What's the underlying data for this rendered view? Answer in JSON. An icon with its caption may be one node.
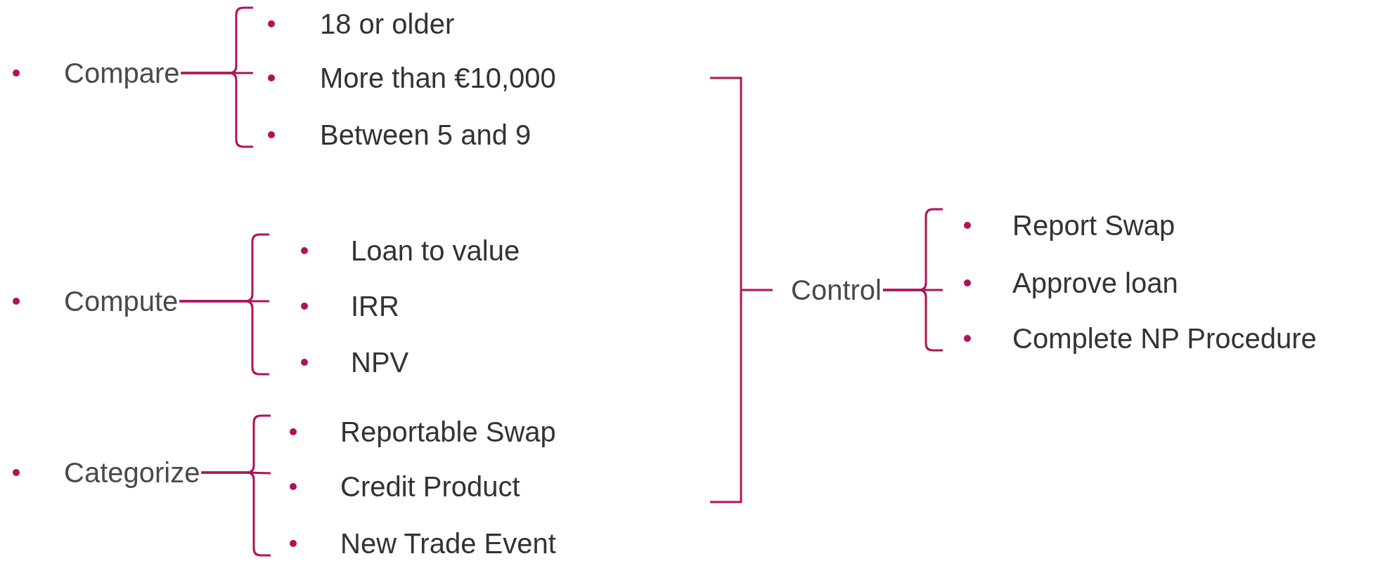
{
  "diagram": {
    "nodes": [
      {
        "text": [
          "Compare"
        ]
      },
      {
        "text": [
          "18 or older"
        ]
      },
      {
        "text": [
          "More than €10,000"
        ]
      },
      {
        "text": [
          "Between 5 and 9"
        ]
      },
      {
        "text": [
          "Compute"
        ]
      },
      {
        "text": [
          "Loan to value"
        ]
      },
      {
        "text": [
          "IRR"
        ]
      },
      {
        "text": [
          "NPV"
        ]
      },
      {
        "text": [
          "Categorize"
        ]
      },
      {
        "text": [
          "Reportable Swap"
        ]
      },
      {
        "text": [
          "Credit Product"
        ]
      },
      {
        "text": [
          "New Trade Event"
        ]
      },
      {
        "text": [
          "Control"
        ]
      },
      {
        "text": [
          "Report Swap"
        ]
      },
      {
        "text": [
          "Approve loan"
        ]
      },
      {
        "text": [
          "Complete NP Procedure"
        ]
      }
    ],
    "edges": [
      {
        "from": 0,
        "to": 1,
        "arrow": "none"
      },
      {
        "from": 0,
        "to": 2,
        "arrow": "none"
      },
      {
        "from": 0,
        "to": 3,
        "arrow": "none"
      },
      {
        "from": 4,
        "to": 5,
        "arrow": "none"
      },
      {
        "from": 4,
        "to": 6,
        "arrow": "none"
      },
      {
        "from": 4,
        "to": 7,
        "arrow": "none"
      },
      {
        "from": 8,
        "to": 9,
        "arrow": "none"
      },
      {
        "from": 8,
        "to": 10,
        "arrow": "none"
      },
      {
        "from": 8,
        "to": 11,
        "arrow": "none"
      },
      {
        "from": 12,
        "to": 13,
        "arrow": "none"
      },
      {
        "from": 12,
        "to": 14,
        "arrow": "none"
      },
      {
        "from": 12,
        "to": 15,
        "arrow": "none"
      }
    ]
  }
}
